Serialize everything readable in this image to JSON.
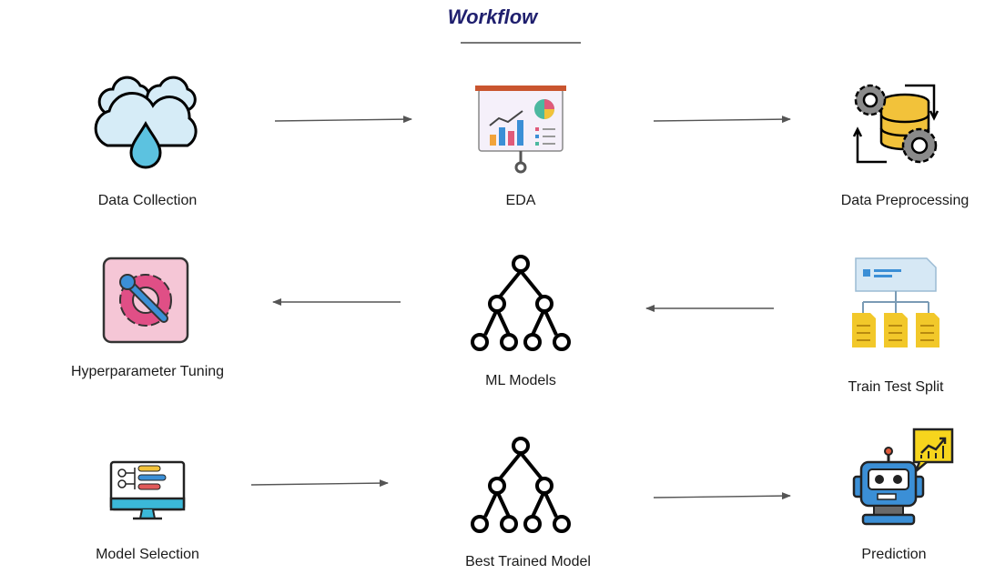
{
  "title": "Workflow",
  "nodes": {
    "data_collection": "Data Collection",
    "eda": "EDA",
    "data_preprocessing": "Data Preprocessing",
    "hyperparameter_tuning": "Hyperparameter Tuning",
    "ml_models": "ML Models",
    "train_test_split": "Train Test Split",
    "model_selection": "Model Selection",
    "best_trained_model": "Best Trained Model",
    "prediction": "Prediction"
  },
  "icons": {
    "data_collection": "cloud-rain-icon",
    "eda": "presentation-chart-icon",
    "data_preprocessing": "gear-database-icon",
    "hyperparameter_tuning": "gear-wrench-icon",
    "ml_models": "tree-network-icon",
    "train_test_split": "document-split-icon",
    "model_selection": "monitor-options-icon",
    "best_trained_model": "tree-network-icon",
    "prediction": "robot-chart-icon"
  }
}
